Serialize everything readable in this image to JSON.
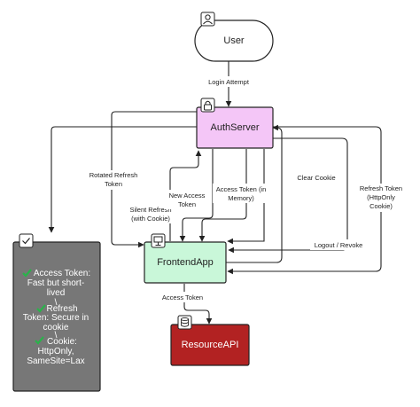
{
  "nodes": {
    "user": {
      "label": "User",
      "icon": "user-icon"
    },
    "auth_server": {
      "label": "AuthServer",
      "icon": "lock-icon",
      "fill": "#f4c6f7"
    },
    "frontend_app": {
      "label": "FrontendApp",
      "icon": "monitor-icon",
      "fill": "#c9f7d9"
    },
    "resource_api": {
      "label": "ResourceAPI",
      "icon": "database-icon",
      "fill": "#b22222"
    }
  },
  "edges": {
    "login_attempt": "Login Attempt",
    "rotated_refresh_1": "Rotated Refresh",
    "rotated_refresh_2": "Token",
    "silent_refresh_1": "Silent Refresh",
    "silent_refresh_2": "(with Cookie)",
    "new_access_1": "New Access",
    "new_access_2": "Token",
    "access_mem_1": "Access Token (in",
    "access_mem_2": "Memory)",
    "clear_cookie": "Clear Cookie",
    "refresh_httponly_1": "Refresh Token",
    "refresh_httponly_2": "(HttpOnly",
    "refresh_httponly_3": "Cookie)",
    "logout_revoke": "Logout / Revoke",
    "access_token": "Access Token"
  },
  "note": {
    "icon": "check-icon",
    "fill": "#777777",
    "lines": [
      "Access Token:",
      "Fast but short-",
      "lived",
      "\\",
      "Refresh",
      "Token: Secure in",
      "cookie",
      "\\",
      "Cookie:",
      "HttpOnly,",
      "SameSite=Lax"
    ]
  }
}
